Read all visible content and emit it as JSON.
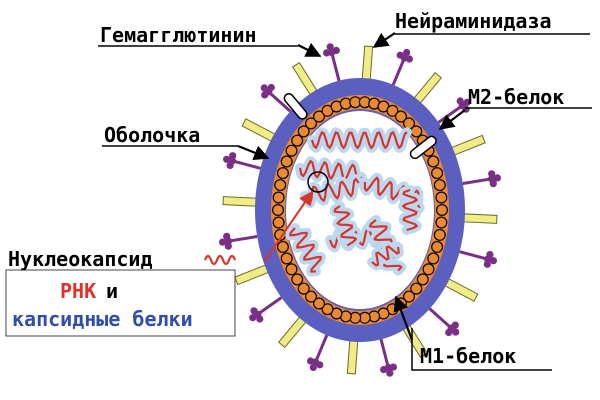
{
  "labels": {
    "hemagglutinin": "Гемагглютинин",
    "neuraminidase": "Нейраминидаза",
    "m2_protein": "M2-белок",
    "envelope": "Оболочка",
    "nucleocapsid": "Нуклеокапсид",
    "rna": "РНК",
    "and_word": "и",
    "capsid_proteins": "капсидные белки",
    "m1_protein": "M1-белок"
  },
  "colors": {
    "envelope_blue": "#5a5fc0",
    "m1_orange": "#e98a2e",
    "spike_yellow": "#f0ec86",
    "neuraminidase_purple": "#7a2e86",
    "rna_red": "#d9342a",
    "capsid_blue": "#bcd8f0",
    "arrow_red": "#d9342a",
    "rna_text": "#e0322b",
    "capsid_text": "#2f4fa8"
  }
}
